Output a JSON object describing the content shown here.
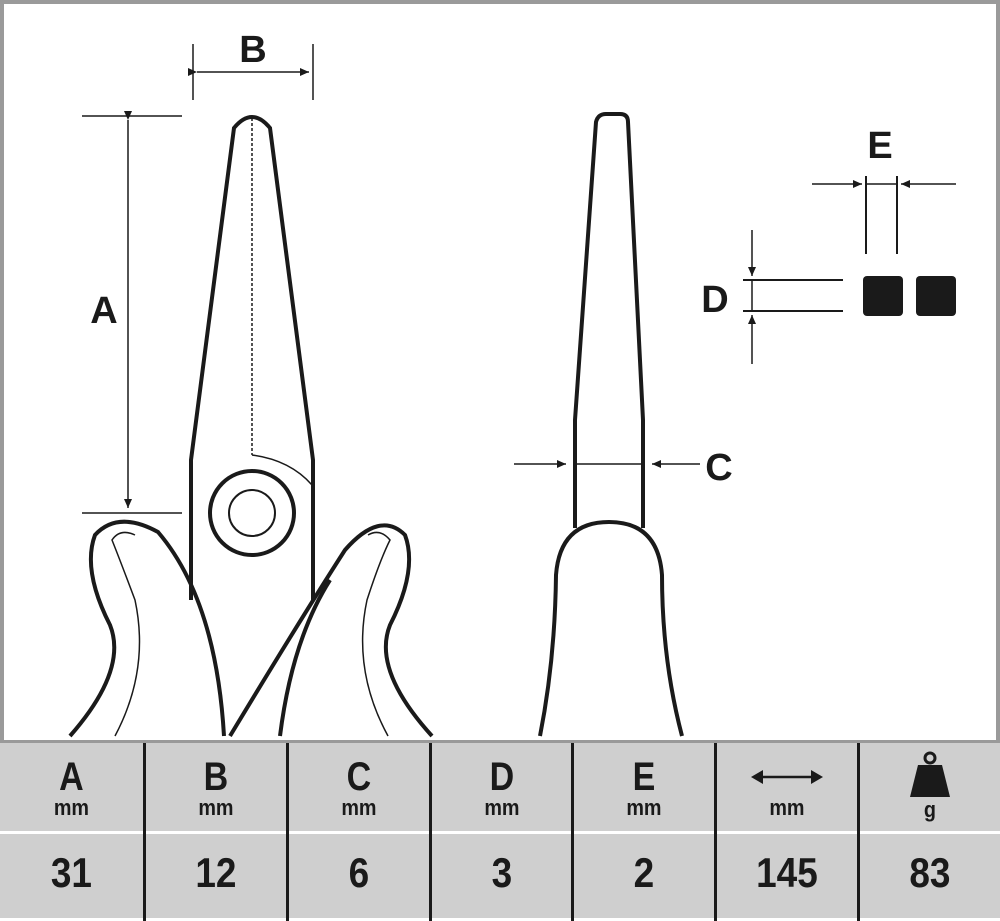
{
  "dimension_labels": {
    "a": "A",
    "b": "B",
    "c": "C",
    "d": "D",
    "e": "E"
  },
  "colors": {
    "ink": "#1a1a1a",
    "frame": "#9a9a9a",
    "table_bg": "#cfcfcf"
  },
  "table": {
    "columns": [
      {
        "symbol": "A",
        "unit": "mm",
        "value": "31",
        "icon": ""
      },
      {
        "symbol": "B",
        "unit": "mm",
        "value": "12",
        "icon": ""
      },
      {
        "symbol": "C",
        "unit": "mm",
        "value": "6",
        "icon": ""
      },
      {
        "symbol": "D",
        "unit": "mm",
        "value": "3",
        "icon": ""
      },
      {
        "symbol": "E",
        "unit": "mm",
        "value": "2",
        "icon": ""
      },
      {
        "symbol": "",
        "unit": "mm",
        "value": "145",
        "icon": "double-arrow-icon"
      },
      {
        "symbol": "",
        "unit": "g",
        "value": "83",
        "icon": "weight-icon"
      }
    ]
  }
}
